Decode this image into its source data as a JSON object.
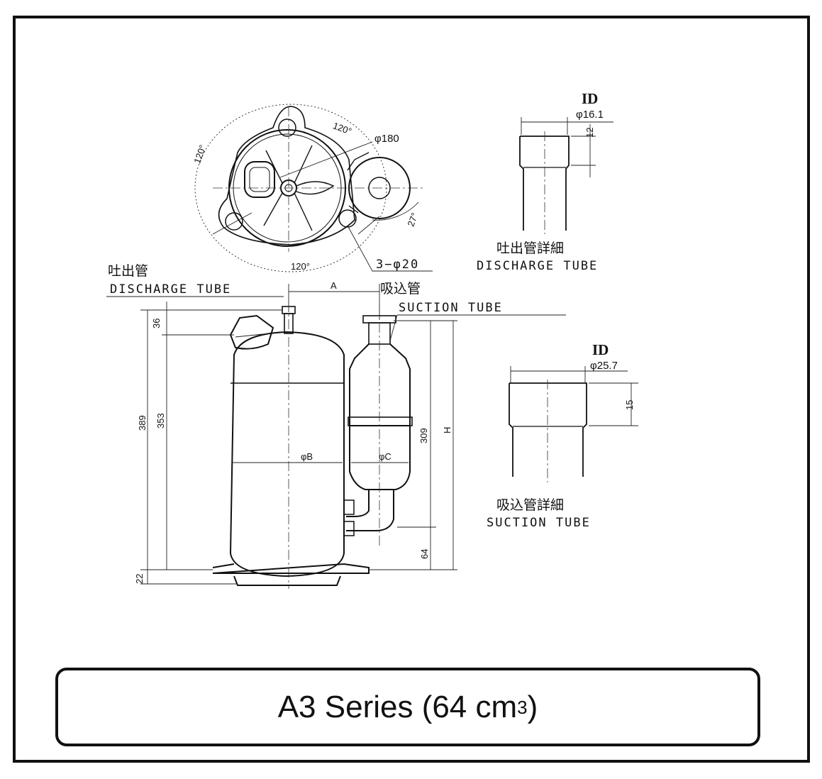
{
  "title": {
    "series": "A3 Series (64 cm",
    "sup": "3",
    "close": ")"
  },
  "top_view": {
    "angle_top": "120°",
    "angle_left": "120°",
    "angle_bottom": "120°",
    "diameter": "φ180",
    "angle_small": "27°",
    "holes": "3−φ20"
  },
  "discharge_detail": {
    "id_label": "ID",
    "diameter": "φ16.1",
    "height": "12",
    "label_jp": "吐出管詳細",
    "label_en": "DISCHARGE TUBE"
  },
  "suction_detail": {
    "id_label": "ID",
    "diameter": "φ25.7",
    "height": "15",
    "label_jp": "吸込管詳細",
    "label_en": "SUCTION TUBE"
  },
  "side_view": {
    "discharge_jp": "吐出管",
    "discharge_en": "DISCHARGE TUBE",
    "suction_jp": "吸込管",
    "suction_en": "SUCTION TUBE",
    "dim_a": "A",
    "dim_36": "36",
    "dim_389": "389",
    "dim_353": "353",
    "dim_22": "22",
    "dim_b": "φB",
    "dim_c": "φC",
    "dim_309": "309",
    "dim_h": "H",
    "dim_64": "64"
  }
}
